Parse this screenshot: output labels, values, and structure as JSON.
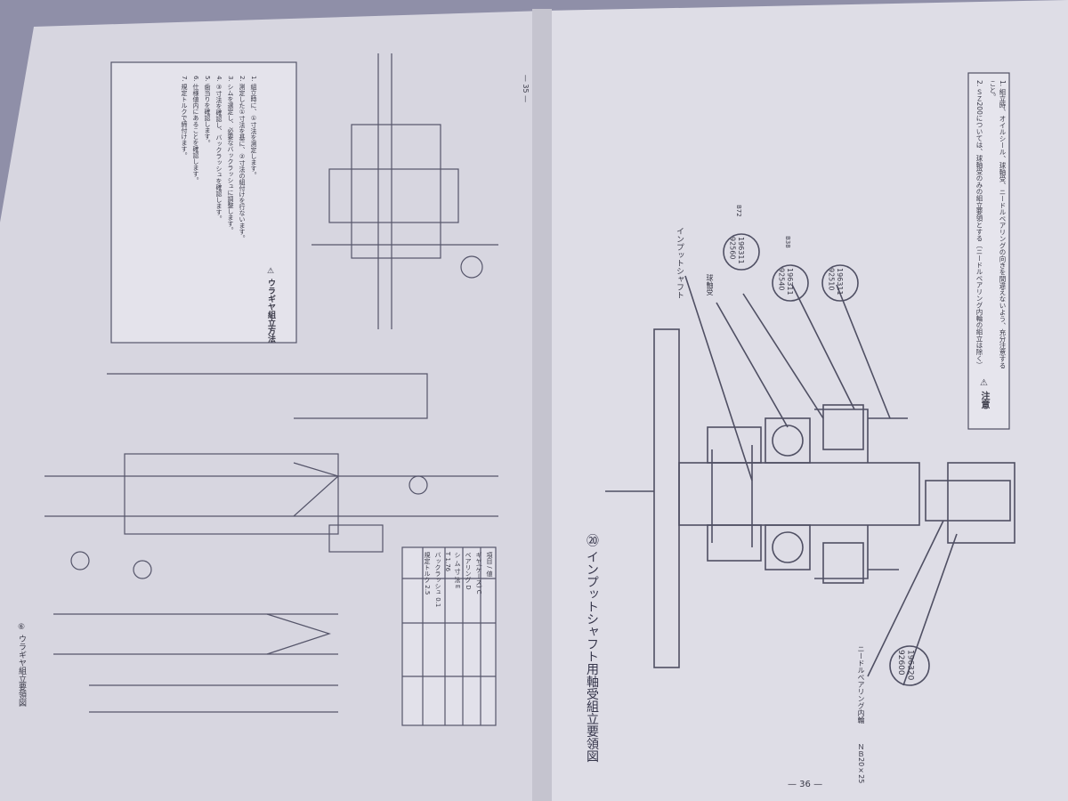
{
  "left_page": {
    "header": "⑥ ウラギヤ組立要領図",
    "note_title": "⚠ ウラギヤ組立方法",
    "note_items": [
      "1. 組立時に、①寸法を測定します。",
      "2. 測定した①寸法を基に、②寸法の組付けを行ないます。",
      "3. シムを選定し、必要なバックラッシュに調整します。",
      "4. ③寸法を確認し、バックラッシュを確認します。",
      "5. 歯当りを確認します。",
      "6. 仕様値内にあることを確認します。",
      "7. 規定トルクで締付けます。"
    ],
    "table": {
      "headers": [
        "項目",
        "値"
      ],
      "rows": [
        [
          "ギヤ(ケース)",
          "C"
        ],
        [
          "ベアリング",
          "D"
        ],
        [
          "シ ム 寸 法",
          "E"
        ],
        [
          "T",
          "1.76"
        ],
        [
          "バックラッシュ",
          "0.1"
        ],
        [
          "規定トルク",
          "2.5"
        ]
      ]
    },
    "page_number": "— 35 —"
  },
  "right_page": {
    "title": "⑳ インプットシャフト用軸受組立要領図",
    "caution_title": "⚠ 注意",
    "caution_items": [
      "1. 組立時、オイルシール、球軸受、ニードルベアリングの向きを間違えないよう、充分注意すること。",
      "2. ＳＺ200については、球軸受のみの組立要領とする（ニードルベアリング内輪の組立は除く）"
    ],
    "labels": {
      "shaft": "インプットシャフト",
      "ball_bearing": "球軸受",
      "needle": "ニードルベアリング内輪",
      "size": "ＮＢ20×25"
    },
    "codes": [
      {
        "top": "196311",
        "bottom": "92560",
        "tag": "B72"
      },
      {
        "top": "196311",
        "bottom": "92540",
        "tag": "B38"
      },
      {
        "top": "196311",
        "bottom": "92510",
        "tag": ""
      },
      {
        "top": "196320",
        "bottom": "92600",
        "tag": ""
      }
    ],
    "page_number": "— 36 —"
  },
  "colors": {
    "background": "#8f8fa8",
    "paper": "#dcdbe4",
    "ink": "#3a3a48"
  }
}
